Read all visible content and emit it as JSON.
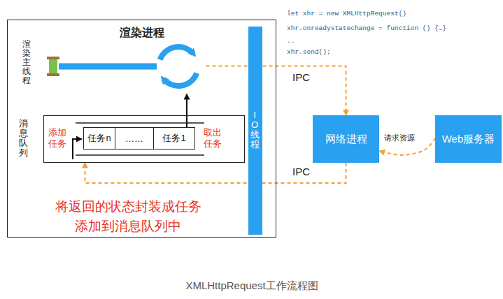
{
  "diagram": {
    "caption": "XMLHttpRequest工作流程图",
    "nodes": [
      {
        "text": [
          "渲染进程"
        ]
      },
      {
        "text": [
          "渲染主线程"
        ],
        "in": 0
      },
      {
        "text": [
          "IO线程"
        ],
        "in": 0
      },
      {
        "text": [
          "消息队列",
          "添加任务",
          "取出任务"
        ],
        "in": 0
      },
      {
        "text": [
          "任务n"
        ],
        "in": 3
      },
      {
        "text": [
          "……"
        ],
        "in": 3
      },
      {
        "text": [
          "任务1"
        ],
        "in": 3
      },
      {
        "text": [
          "网络进程"
        ]
      },
      {
        "text": [
          "Web服务器"
        ]
      }
    ],
    "edges": [
      {
        "from": 1,
        "to": 7,
        "label": "IPC",
        "arrow": "to"
      },
      {
        "from": 7,
        "to": 3,
        "label": "IPC",
        "arrow": "to"
      },
      {
        "from": 8,
        "to": 7,
        "label": "请求资源",
        "arrow": "to"
      },
      {
        "from": 6,
        "to": 1,
        "arrow": "to"
      }
    ],
    "labels": [
      "let xhr = new XMLHttpRequest()",
      "xhr.onreadystatechange = function () {…}",
      "..",
      "xhr.send();",
      "将返回的状态封装成任务",
      "添加到消息队列中"
    ]
  }
}
